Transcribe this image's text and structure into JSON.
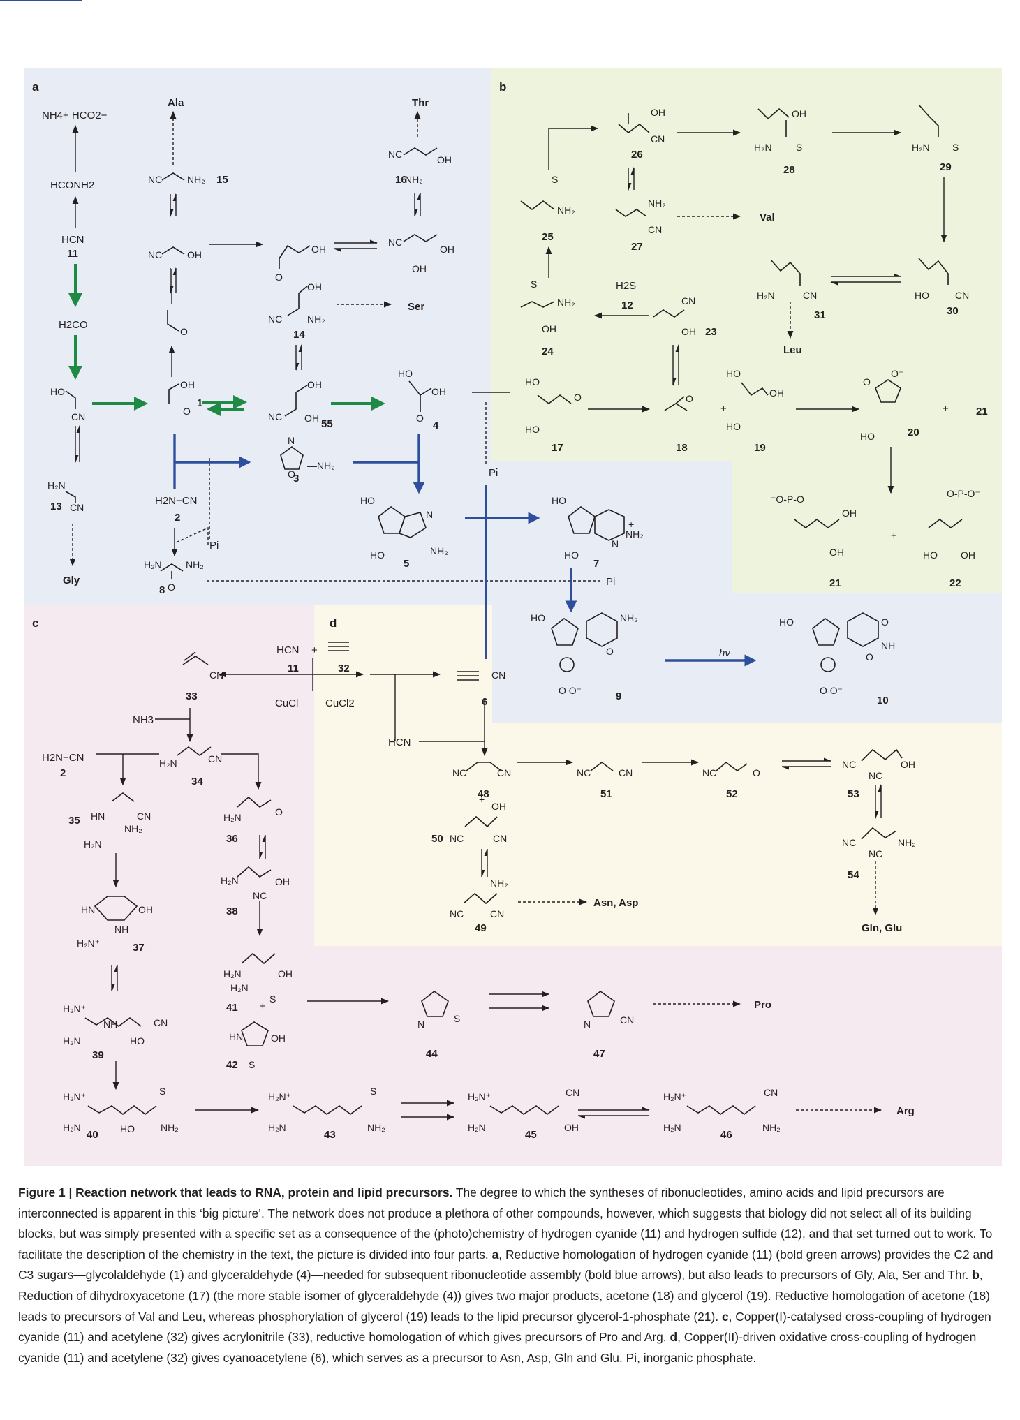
{
  "panels": {
    "a": "a",
    "b": "b",
    "c": "c",
    "d": "d"
  },
  "amino_acids": {
    "ala": "Ala",
    "thr": "Thr",
    "ser": "Ser",
    "gly": "Gly",
    "val": "Val",
    "leu": "Leu",
    "asn_asp": "Asn, Asp",
    "gln_glu": "Gln, Glu",
    "pro": "Pro",
    "arg": "Arg"
  },
  "compounds": {
    "c1": "1",
    "c2": "2",
    "c2b": "2",
    "c3": "3",
    "c4": "4",
    "c5": "5",
    "c6": "6",
    "c7": "7",
    "c8": "8",
    "c9": "9",
    "c10": "10",
    "c11": "11",
    "c11b": "11",
    "c12": "12",
    "c13": "13",
    "c14": "14",
    "c15": "15",
    "c16": "16",
    "c17": "17",
    "c18": "18",
    "c19": "19",
    "c20": "20",
    "c21": "21",
    "c21b": "21",
    "c22": "22",
    "c23": "23",
    "c24": "24",
    "c25": "25",
    "c26": "26",
    "c27": "27",
    "c28": "28",
    "c29": "29",
    "c30": "30",
    "c31": "31",
    "c32": "32",
    "c33": "33",
    "c34": "34",
    "c35": "35",
    "c36": "36",
    "c37": "37",
    "c38": "38",
    "c39": "39",
    "c40": "40",
    "c41": "41",
    "c42": "42",
    "c43": "43",
    "c44": "44",
    "c45": "45",
    "c46": "46",
    "c47": "47",
    "c48": "48",
    "c49": "49",
    "c50": "50",
    "c51": "51",
    "c52": "52",
    "c53": "53",
    "c54": "54",
    "c55": "55"
  },
  "reagents": {
    "nh4_hco2": "NH4+ HCO2−",
    "hconh2": "HCONH2",
    "hcn": "HCN",
    "h2co": "H2CO",
    "h2s": "H2S",
    "pi": "Pi",
    "hv": "hν",
    "cucl": "CuCl",
    "cucl2": "CuCl2",
    "nh3": "NH3",
    "plus": "+",
    "h2n_cn": "H2N−CN",
    "hcn_d": "HCN"
  },
  "caption": {
    "title": "Figure 1 | Reaction network that leads to RNA, protein and lipid precursors.",
    "intro": " The degree to which the syntheses of ribonucleotides, amino acids and lipid precursors are interconnected is apparent in this ‘big picture’. The network does not produce a plethora of other compounds, however, which suggests that biology did not select all of its building blocks, but was simply presented with a specific set as a consequence of the (photo)chemistry of hydrogen cyanide (11) and hydrogen sulfide (12), and that set turned out to work. To facilitate the description of the chemistry in the text, the picture is divided into four parts.",
    "part_a": " Reductive homologation of hydrogen cyanide (11) (bold green arrows) provides the C2 and C3 sugars—glycolaldehyde (1) and glyceraldehyde (4)—needed for subsequent ribonucleotide assembly (bold blue arrows), but also leads to precursors of Gly, Ala, Ser and Thr.",
    "part_b": " Reduction of dihydroxyacetone (17) (the more stable isomer of glyceraldehyde (4)) gives two major products, acetone (18) and glycerol (19). Reductive homologation of acetone (18) leads to precursors of Val and Leu, whereas phosphorylation of glycerol (19) leads to the lipid precursor glycerol-1-phosphate (21).",
    "part_c": " Copper(I)-catalysed cross-coupling of hydrogen cyanide (11) and acetylene (32) gives acrylonitrile (33), reductive homologation of which gives precursors of Pro and Arg.",
    "part_d": " Copper(II)-driven oxidative cross-coupling of hydrogen cyanide (11) and acetylene (32) gives cyanoacetylene (6), which serves as a precursor to Asn, Asp, Gln and Glu. Pi, inorganic phosphate."
  },
  "colors": {
    "panel_a": "#e8ecf4",
    "panel_b": "#edf3dc",
    "panel_c": "#f6eaf1",
    "panel_d": "#fcf8e9",
    "green_arrow": "#1e8a43",
    "blue_arrow": "#2d4f9c",
    "ink": "#231f20"
  }
}
